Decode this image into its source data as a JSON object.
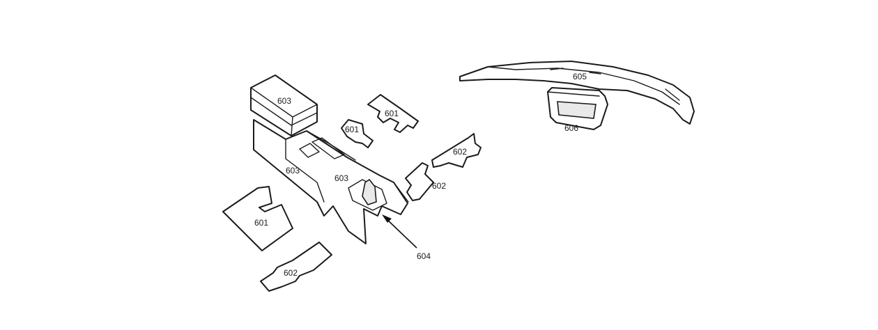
{
  "labels": {
    "mat_center_right": "601",
    "mat_center_left": "601",
    "mat_front_left": "601",
    "pad_upper_right": "602",
    "pad_mid_right": "602",
    "pad_lower_left": "602",
    "console_lid": "603",
    "console_side": "603",
    "console_tunnel": "603",
    "shifter_boot_callout": "604",
    "dash_pad": "605",
    "radio_panel": "606"
  }
}
